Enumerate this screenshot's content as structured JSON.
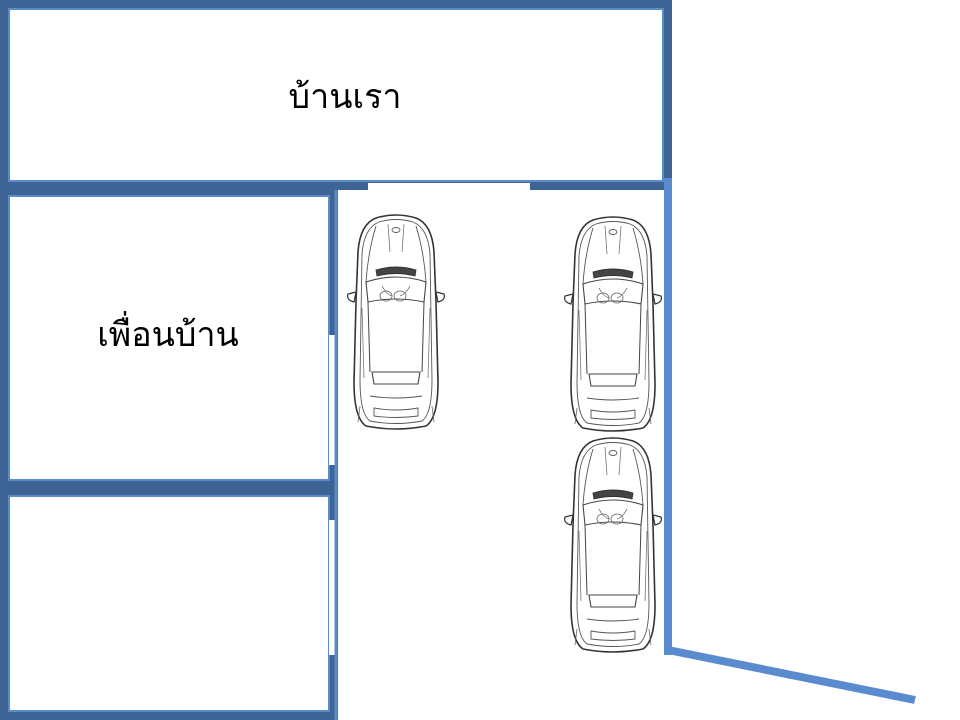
{
  "rooms": {
    "our_house": {
      "label": "บ้านเรา"
    },
    "neighbor_house": {
      "label": "เพื่อนบ้าน"
    },
    "lower_room": {
      "label": ""
    }
  },
  "colors": {
    "wall_outer": "#3d6494",
    "wall_inner": "#5b8bcf",
    "fence": "#5b8bcf",
    "car_line": "#333333"
  },
  "cars": [
    {
      "name": "car-left"
    },
    {
      "name": "car-right-top"
    },
    {
      "name": "car-right-bottom"
    }
  ]
}
